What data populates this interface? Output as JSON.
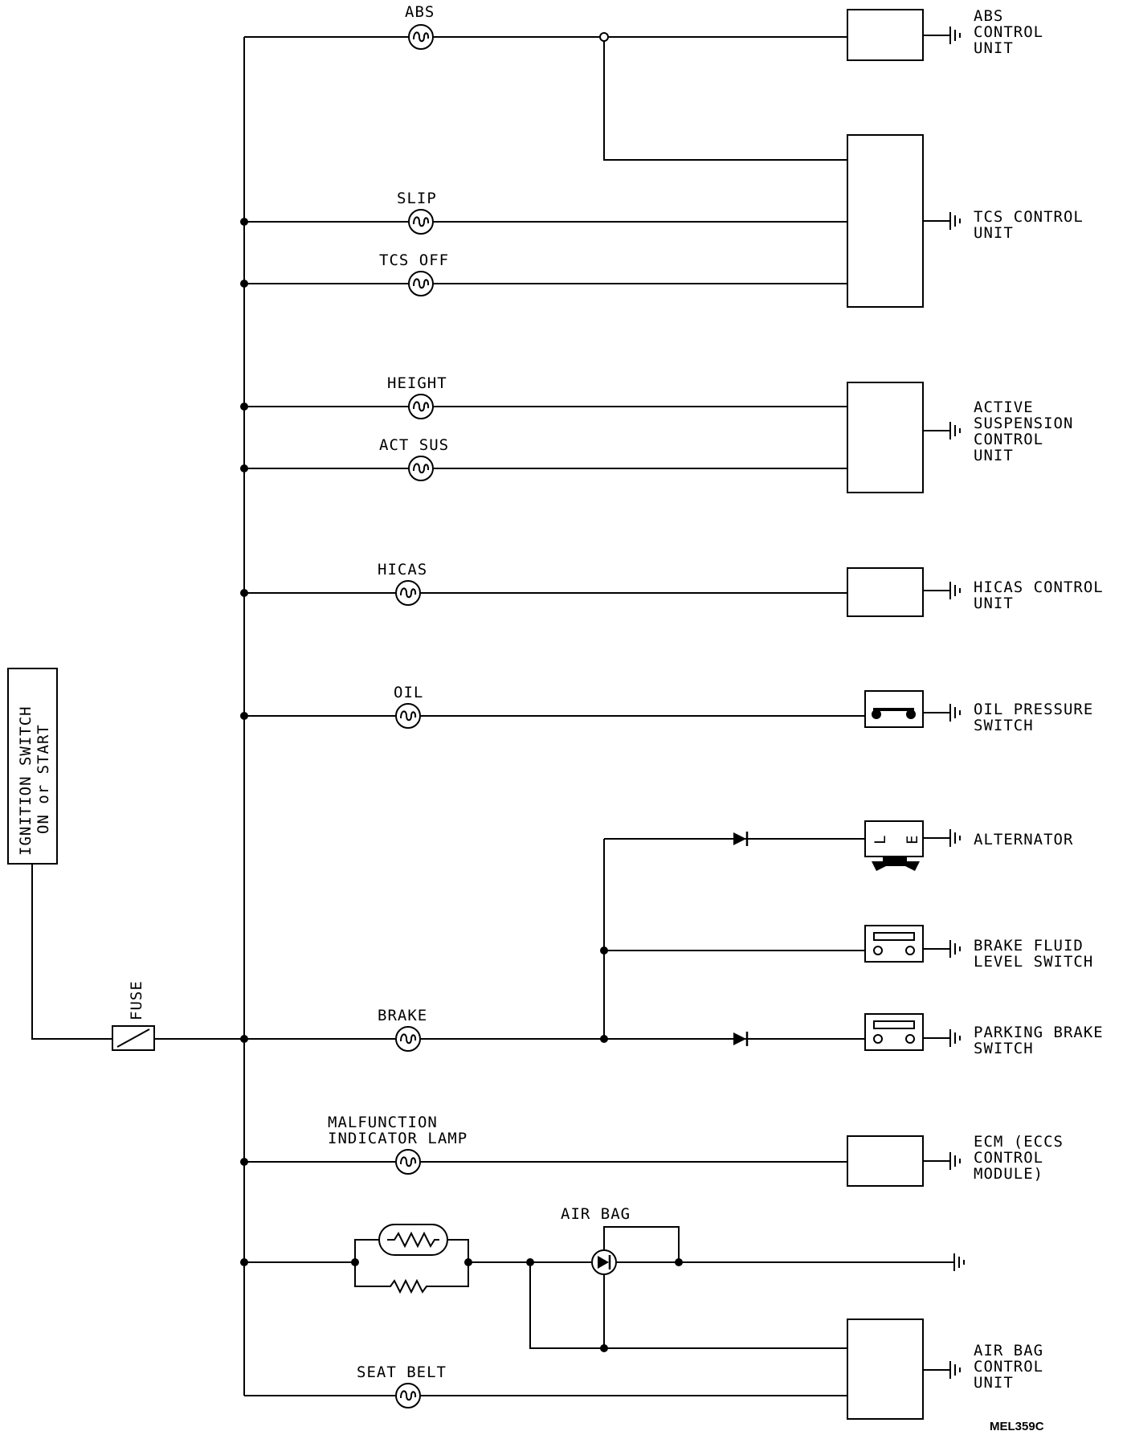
{
  "ignition": {
    "line1": "IGNITION SWITCH",
    "line2": "ON or START"
  },
  "fuse": "FUSE",
  "lamps": {
    "abs": "ABS",
    "slip": "SLIP",
    "tcs_off": "TCS OFF",
    "height": "HEIGHT",
    "act_sus": "ACT SUS",
    "hicas": "HICAS",
    "oil": "OIL",
    "brake": "BRAKE",
    "malfunction_line1": "MALFUNCTION",
    "malfunction_line2": "INDICATOR LAMP",
    "air_bag": "AIR BAG",
    "seat_belt": "SEAT BELT"
  },
  "units": {
    "abs": [
      "ABS",
      "CONTROL",
      "UNIT"
    ],
    "tcs": [
      "TCS CONTROL",
      "UNIT"
    ],
    "active_suspension": [
      "ACTIVE",
      "SUSPENSION",
      "CONTROL",
      "UNIT"
    ],
    "hicas": [
      "HICAS CONTROL",
      "UNIT"
    ],
    "oil_pressure": [
      "OIL PRESSURE",
      "SWITCH"
    ],
    "alternator": [
      "ALTERNATOR"
    ],
    "brake_fluid": [
      "BRAKE FLUID",
      "LEVEL SWITCH"
    ],
    "parking_brake": [
      "PARKING BRAKE",
      "SWITCH"
    ],
    "ecm": [
      "ECM (ECCS",
      "CONTROL",
      "MODULE)"
    ],
    "air_bag": [
      "AIR BAG",
      "CONTROL",
      "UNIT"
    ]
  },
  "alternator_terminals": {
    "left": "L",
    "right": "E"
  },
  "figure_code": "MEL359C"
}
